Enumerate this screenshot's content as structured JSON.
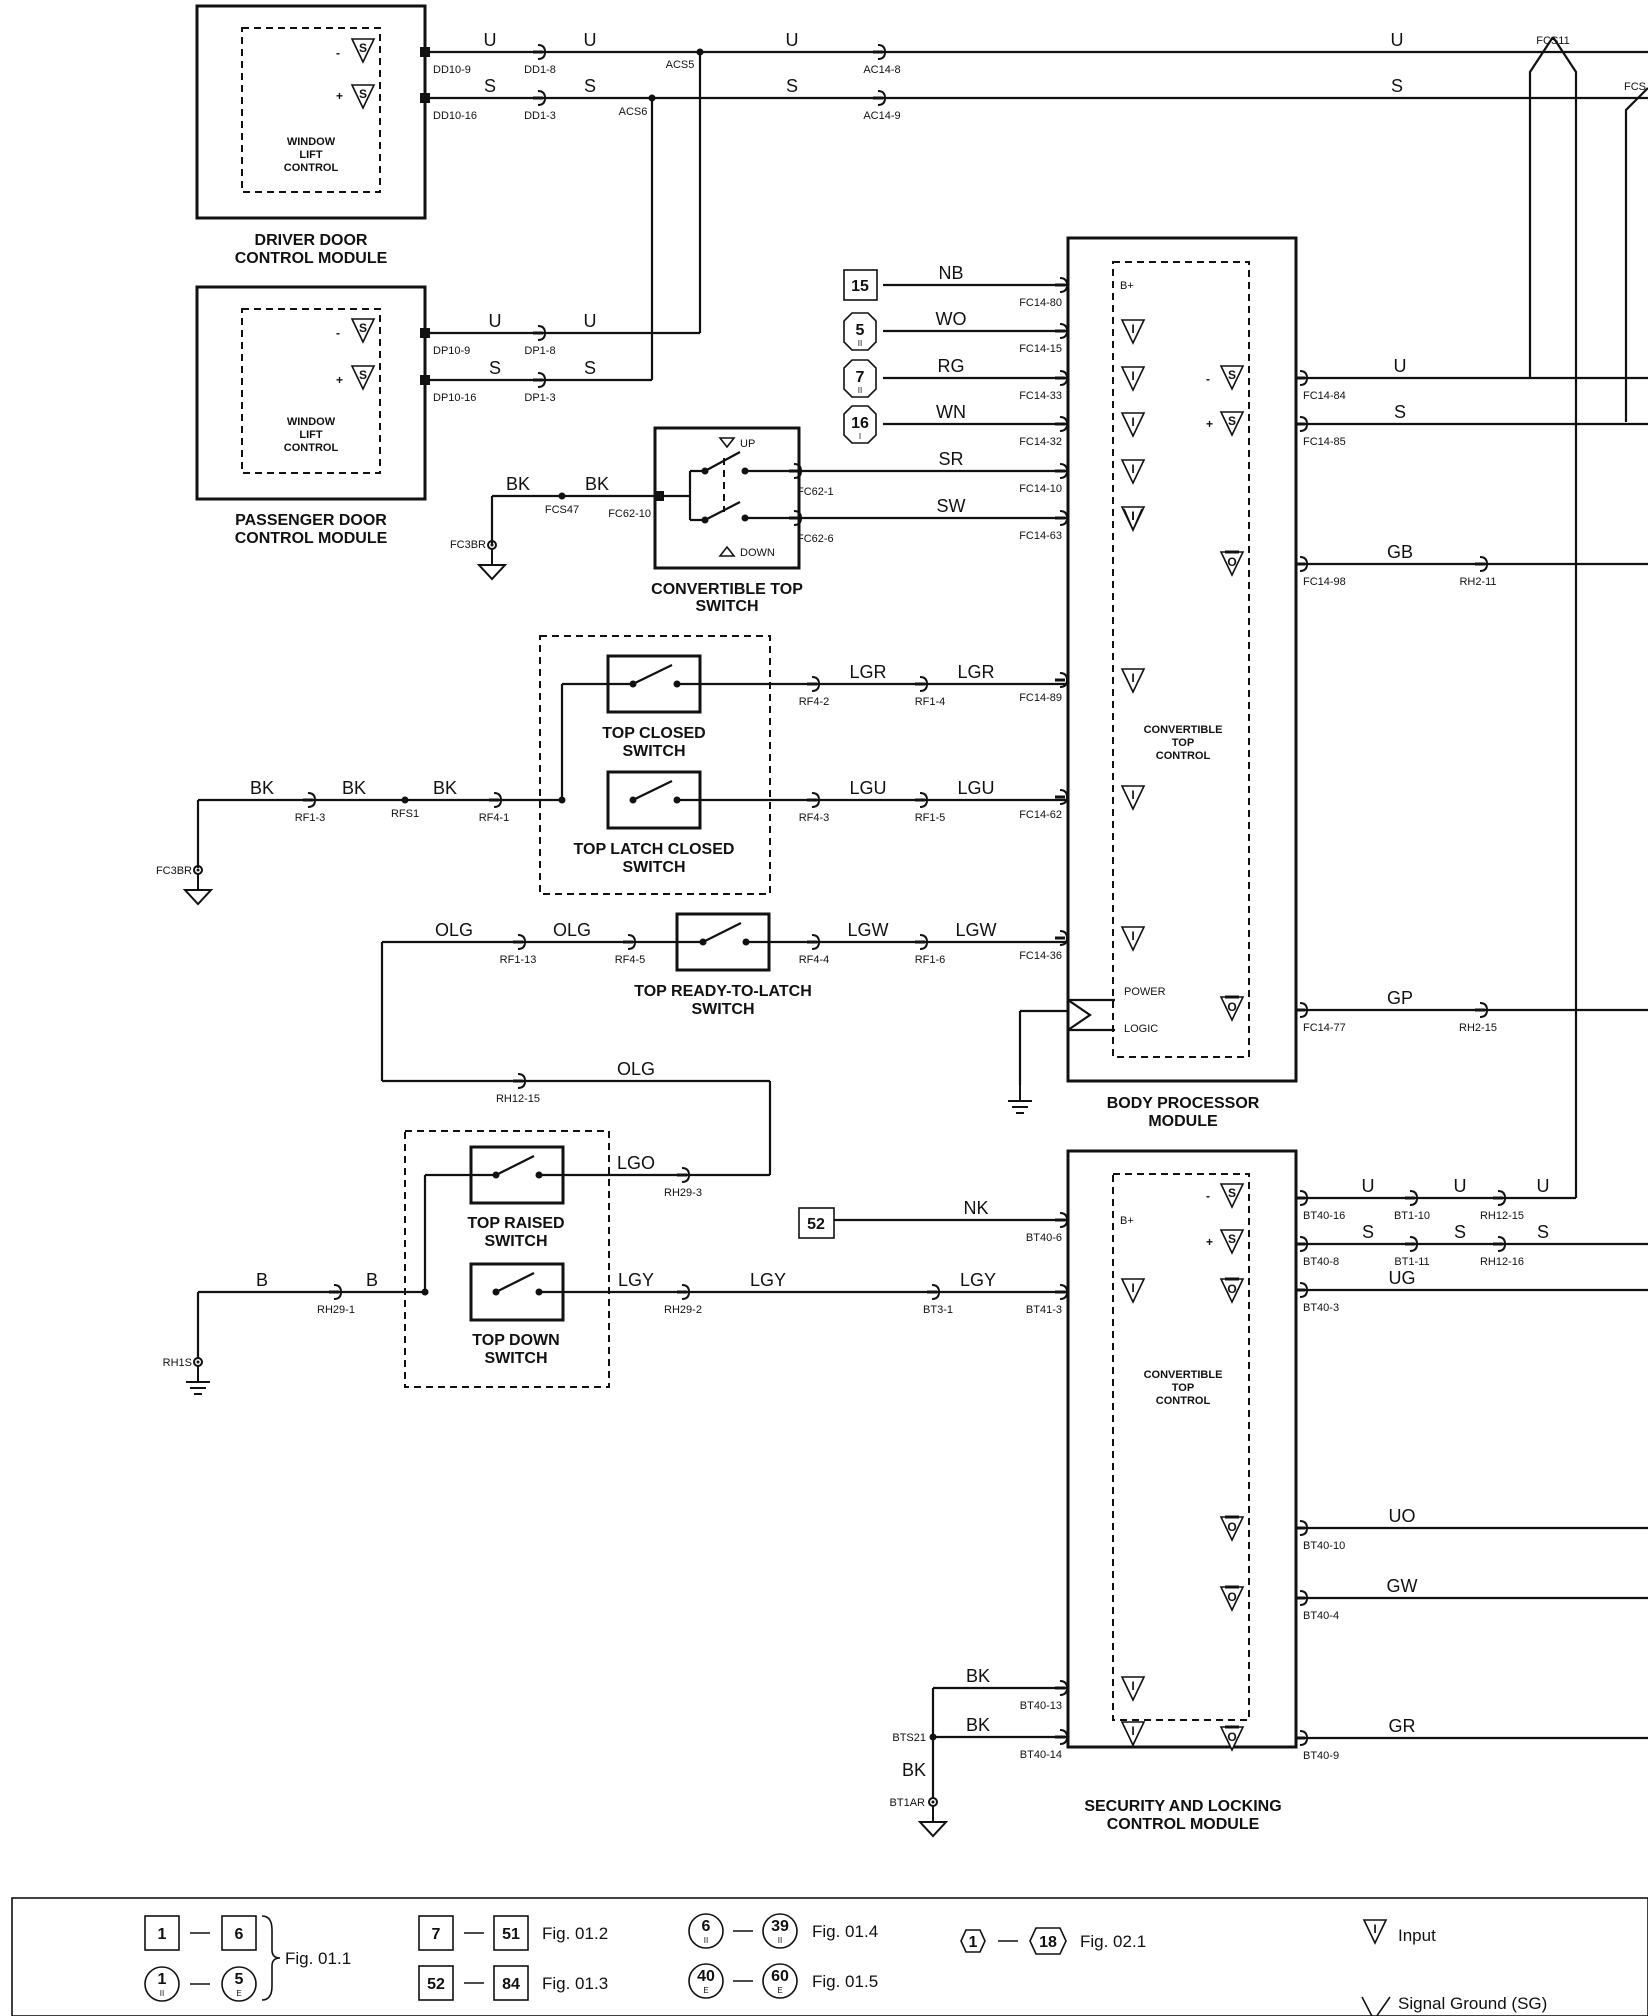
{
  "modules": {
    "driver_door": {
      "title_line1": "DRIVER DOOR",
      "title_line2": "CONTROL MODULE",
      "inner_line1": "WINDOW",
      "inner_line2": "LIFT",
      "inner_line3": "CONTROL"
    },
    "passenger_door": {
      "title_line1": "PASSENGER DOOR",
      "title_line2": "CONTROL MODULE",
      "inner_line1": "WINDOW",
      "inner_line2": "LIFT",
      "inner_line3": "CONTROL"
    },
    "body_processor": {
      "title_line1": "BODY PROCESSOR",
      "title_line2": "MODULE",
      "inner_line1": "CONVERTIBLE",
      "inner_line2": "TOP",
      "inner_line3": "CONTROL",
      "b_plus": "B+",
      "power": "POWER",
      "logic": "LOGIC"
    },
    "security_locking": {
      "title_line1": "SECURITY AND LOCKING",
      "title_line2": "CONTROL MODULE",
      "inner_line1": "CONVERTIBLE",
      "inner_line2": "TOP",
      "inner_line3": "CONTROL",
      "b_plus": "B+"
    }
  },
  "switches": {
    "convertible_top": {
      "line1": "CONVERTIBLE TOP",
      "line2": "SWITCH",
      "up": "UP",
      "down": "DOWN"
    },
    "top_closed": {
      "line1": "TOP CLOSED",
      "line2": "SWITCH"
    },
    "top_latch_closed": {
      "line1": "TOP LATCH CLOSED",
      "line2": "SWITCH"
    },
    "top_ready_to_latch": {
      "line1": "TOP READY-TO-LATCH",
      "line2": "SWITCH"
    },
    "top_raised": {
      "line1": "TOP RAISED",
      "line2": "SWITCH"
    },
    "top_down": {
      "line1": "TOP DOWN",
      "line2": "SWITCH"
    }
  },
  "wires": {
    "U": "U",
    "S": "S",
    "NB": "NB",
    "WO": "WO",
    "RG": "RG",
    "WN": "WN",
    "SR": "SR",
    "SW": "SW",
    "BK": "BK",
    "GB": "GB",
    "LGR": "LGR",
    "LGU": "LGU",
    "OLG": "OLG",
    "LGW": "LGW",
    "GP": "GP",
    "LGO": "LGO",
    "NK": "NK",
    "LGY": "LGY",
    "B": "B",
    "UG": "UG",
    "UO": "UO",
    "GW": "GW",
    "GR": "GR"
  },
  "pins": {
    "DD10_9": "DD10-9",
    "DD10_16": "DD10-16",
    "DD1_8": "DD1-8",
    "DD1_3": "DD1-3",
    "ACS5": "ACS5",
    "ACS6": "ACS6",
    "AC14_8": "AC14-8",
    "AC14_9": "AC14-9",
    "FCS11": "FCS11",
    "FCS": "FCS",
    "DP10_9": "DP10-9",
    "DP10_16": "DP10-16",
    "DP1_8": "DP1-8",
    "DP1_3": "DP1-3",
    "FC14_80": "FC14-80",
    "FC14_15": "FC14-15",
    "FC14_33": "FC14-33",
    "FC14_32": "FC14-32",
    "FC14_10": "FC14-10",
    "FC14_63": "FC14-63",
    "FC14_84": "FC14-84",
    "FC14_85": "FC14-85",
    "FC14_98": "FC14-98",
    "RH2_11": "RH2-11",
    "FC14_89": "FC14-89",
    "FC14_62": "FC14-62",
    "FC14_36": "FC14-36",
    "FC14_77": "FC14-77",
    "RH2_15": "RH2-15",
    "FC62_1": "FC62-1",
    "FC62_6": "FC62-6",
    "FC62_10": "FC62-10",
    "FCS47": "FCS47",
    "FC3BR": "FC3BR",
    "RF4_2": "RF4-2",
    "RF1_4": "RF1-4",
    "RF4_3": "RF4-3",
    "RF1_5": "RF1-5",
    "RF4_4": "RF4-4",
    "RF1_6": "RF1-6",
    "RF1_3": "RF1-3",
    "RFS1": "RFS1",
    "RF4_1": "RF4-1",
    "RF1_13": "RF1-13",
    "RF4_5": "RF4-5",
    "RH12_15": "RH12-15",
    "RH29_3": "RH29-3",
    "RH29_2": "RH29-2",
    "RH29_1": "RH29-1",
    "RH1S": "RH1S",
    "BT40_6": "BT40-6",
    "BT41_3": "BT41-3",
    "BT3_1": "BT3-1",
    "BT40_16": "BT40-16",
    "BT1_10": "BT1-10",
    "BT40_8": "BT40-8",
    "BT1_11": "BT1-11",
    "RH12_16": "RH12-16",
    "BT40_3": "BT40-3",
    "BT40_10": "BT40-10",
    "BT40_4": "BT40-4",
    "BT40_13": "BT40-13",
    "BT40_14": "BT40-14",
    "BT40_9": "BT40-9",
    "BTS21": "BTS21",
    "BT1AR": "BT1AR"
  },
  "refs": {
    "r15": "15",
    "r5": "5",
    "r7": "7",
    "r16": "16",
    "r52": "52",
    "sub_ii": "II",
    "sub_i": "I"
  },
  "symbols": {
    "minus": "-",
    "plus": "+",
    "s": "S",
    "i": "I",
    "o": "O"
  },
  "legend": {
    "sq1": "1",
    "sq6": "6",
    "fig011": "Fig. 01.1",
    "c1": "1",
    "c5": "5",
    "sub_ii": "II",
    "sub_e": "E",
    "sq7": "7",
    "sq51": "51",
    "fig012": "Fig. 01.2",
    "sq52": "52",
    "sq84": "84",
    "fig013": "Fig. 01.3",
    "c6": "6",
    "c39": "39",
    "fig014": "Fig. 01.4",
    "c40": "40",
    "c60": "60",
    "fig015": "Fig. 01.5",
    "h1": "1",
    "h18": "18",
    "fig021": "Fig. 02.1",
    "input": "Input",
    "signal_ground": "Signal Ground (SG)"
  }
}
